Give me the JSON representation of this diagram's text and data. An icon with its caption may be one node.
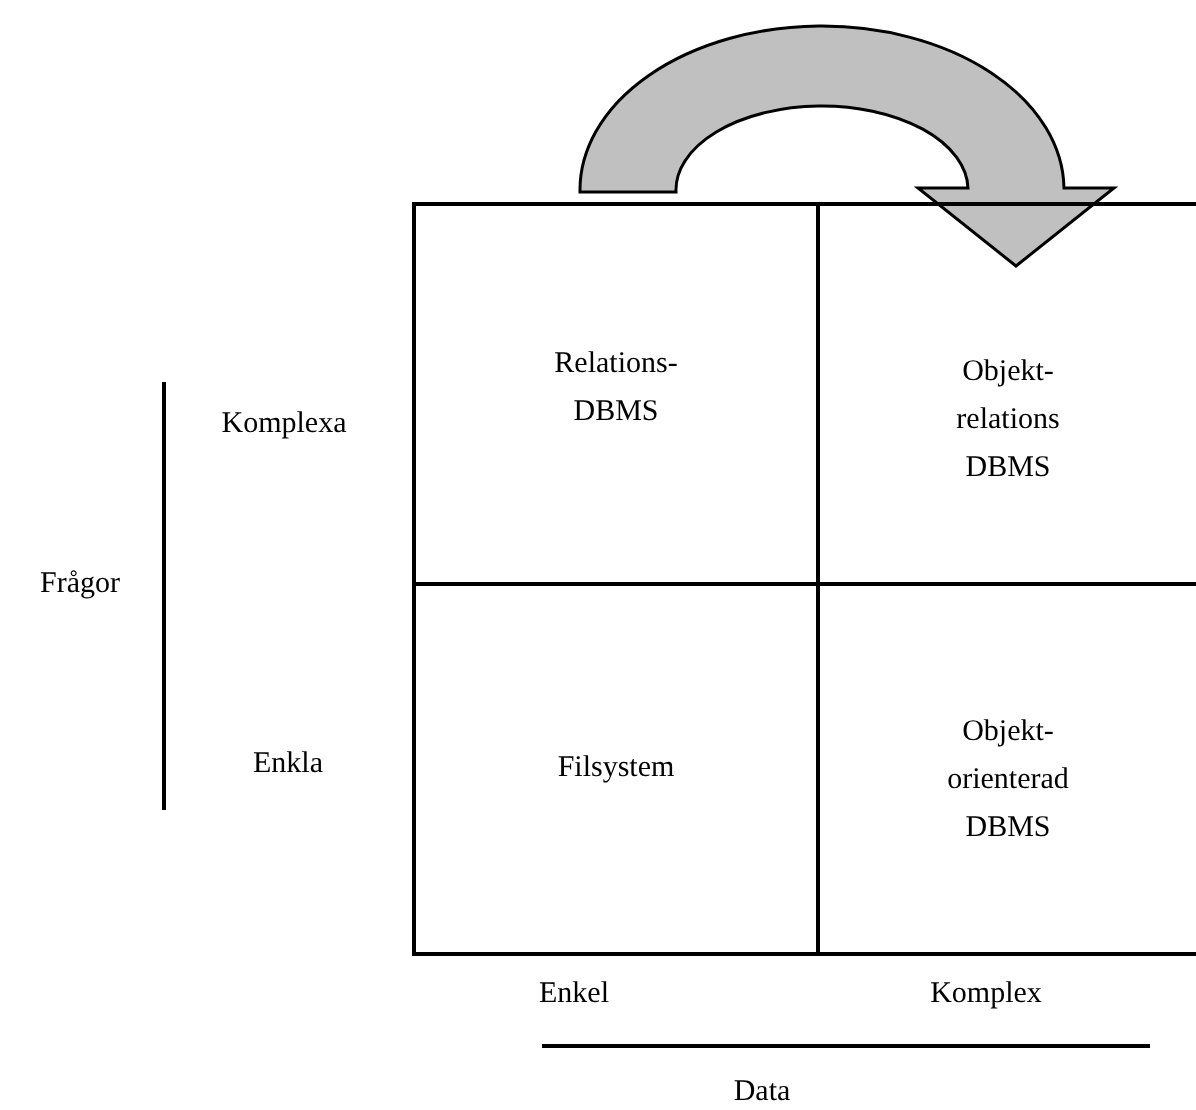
{
  "diagram": {
    "nodes": [
      {
        "text": [
          "Relations- DBMS"
        ]
      },
      {
        "text": [
          "Objekt- relations DBMS"
        ]
      },
      {
        "text": [
          "Filsystem"
        ]
      },
      {
        "text": [
          "Objekt- orienterad DBMS"
        ]
      }
    ],
    "edges": [
      {
        "from": 0,
        "to": 1,
        "arrow": "to",
        "style": "thick",
        "color": "#c0c0c0"
      }
    ],
    "labels": [
      "Komplexa",
      "Frågor",
      "Enkla",
      "Enkel",
      "Komplex",
      "Data"
    ]
  }
}
